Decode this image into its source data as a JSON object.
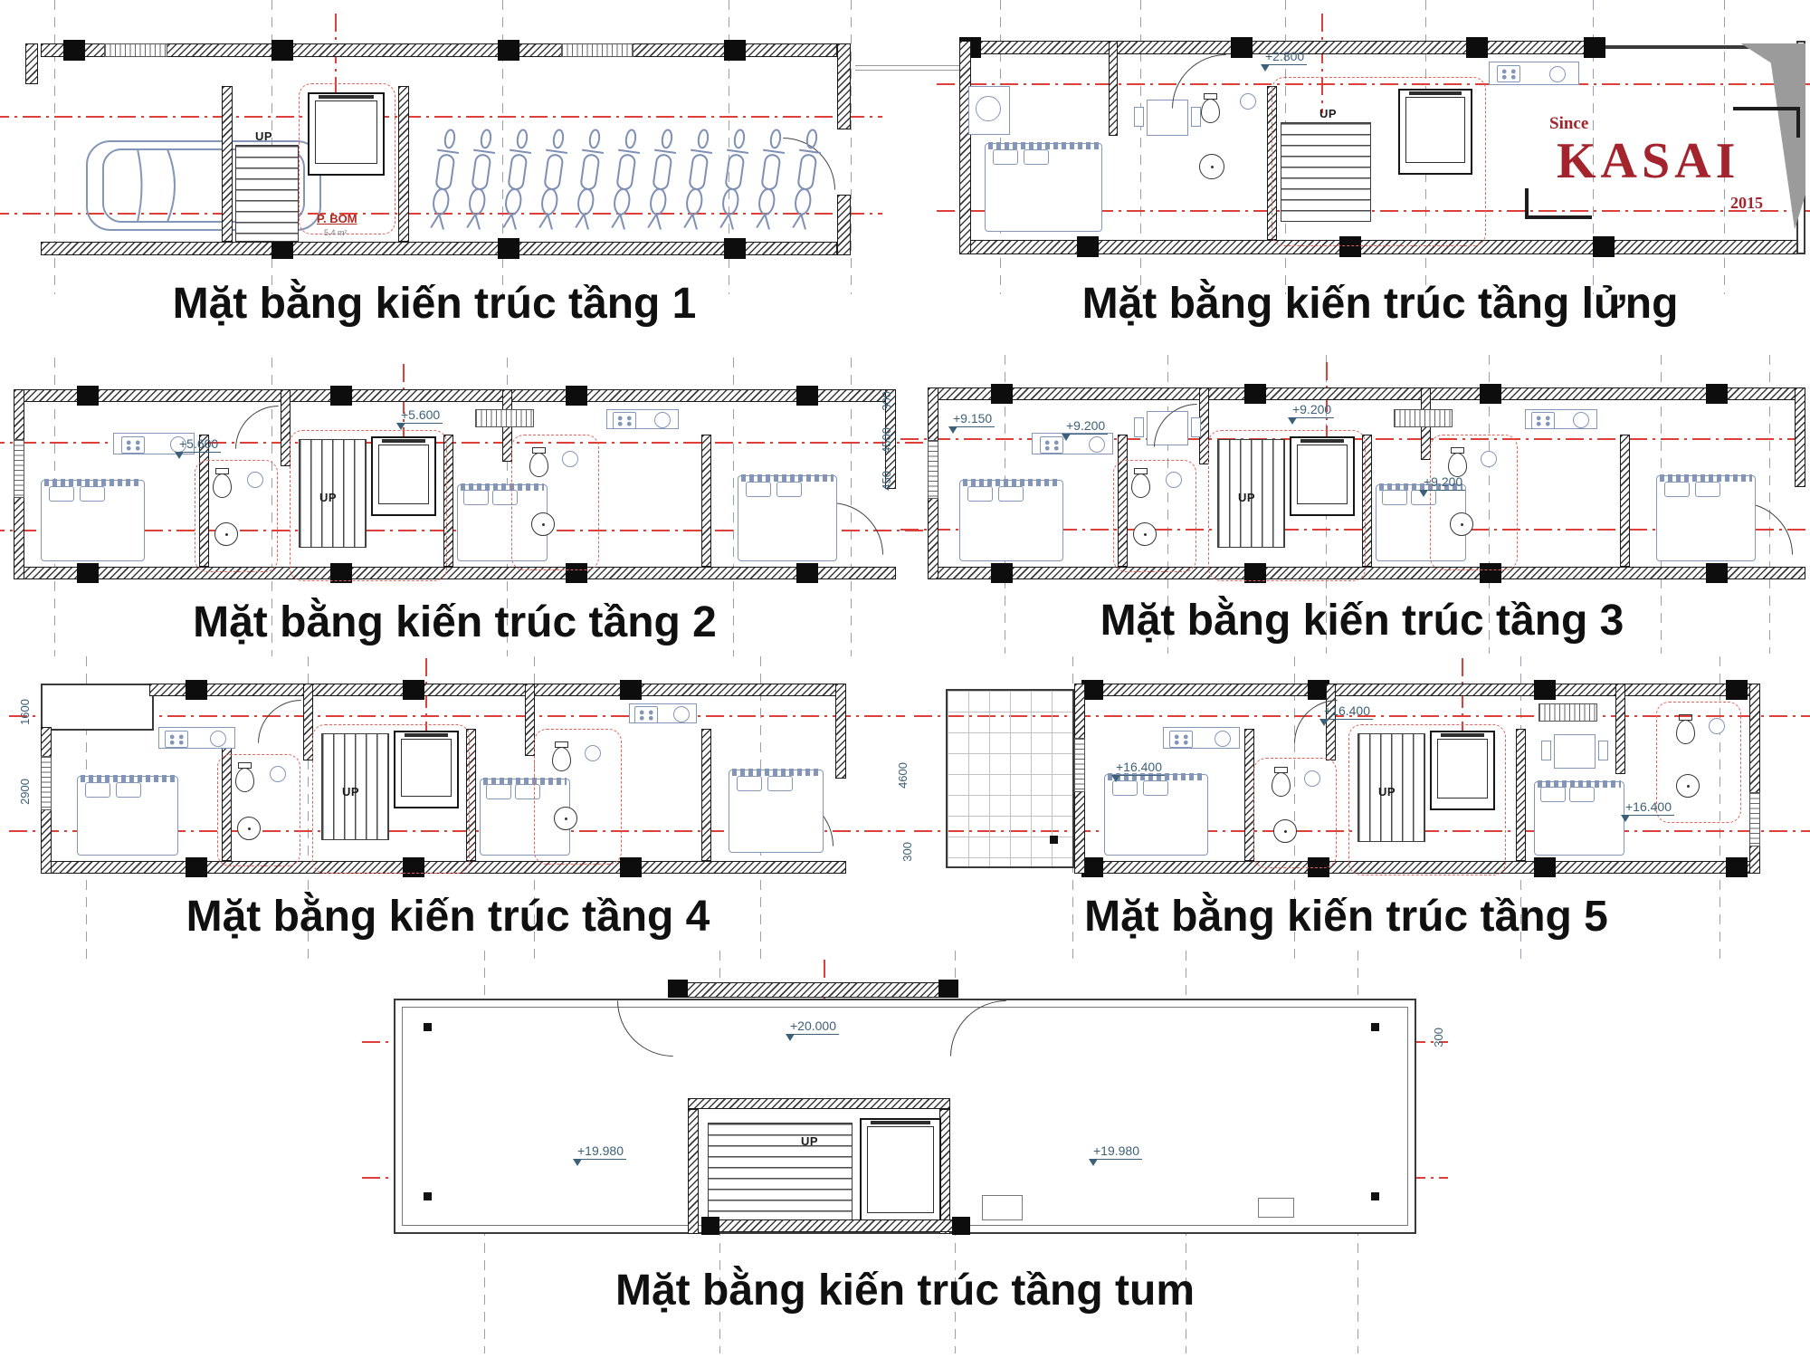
{
  "page": {
    "background": "#ffffff"
  },
  "titles": {
    "f1": "Mặt bằng kiến trúc tầng 1",
    "mz": "Mặt bằng kiến trúc tầng lửng",
    "f2": "Mặt bằng kiến trúc tầng 2",
    "f3": "Mặt bằng kiến trúc tầng 3",
    "f4": "Mặt bằng kiến trúc tầng 4",
    "f5": "Mặt bằng kiến trúc tầng 5",
    "tum": "Mặt bằng kiến trúc tầng tum"
  },
  "labels": {
    "up": "UP",
    "pump_room": "P. BOM",
    "pump_room_area": "5.4 m²"
  },
  "elevations": {
    "mz_a": "+2.800",
    "f2_a": "+5.600",
    "f2_b": "+5.600",
    "f3_a": "+9.150",
    "f3_b": "+9.200",
    "f3_c": "+9.200",
    "f3_d": "+9.200",
    "f5_a": "+16.400",
    "f5_b": "+16.400",
    "f5_c": "+16.400",
    "tum_a": "+20.000",
    "tum_b": "+19.980",
    "tum_c": "+19.980"
  },
  "dimensions": {
    "row2_a": "300",
    "row2_b": "4500",
    "row2_c": "450",
    "f4_left_a": "1600",
    "f4_left_b": "2900",
    "row3_a": "4600",
    "row3_b": "300",
    "tum_a": "300"
  },
  "logo": {
    "since": "Since",
    "name": "KASAI",
    "year": "2015"
  },
  "colors": {
    "centerline": "#dd4038",
    "drawing_blue": "#8496b8",
    "dimension_blue": "#3d6079",
    "logo_red": "#a3242c",
    "wall_dark": "#1b1b1b",
    "title_text": "#101010"
  }
}
